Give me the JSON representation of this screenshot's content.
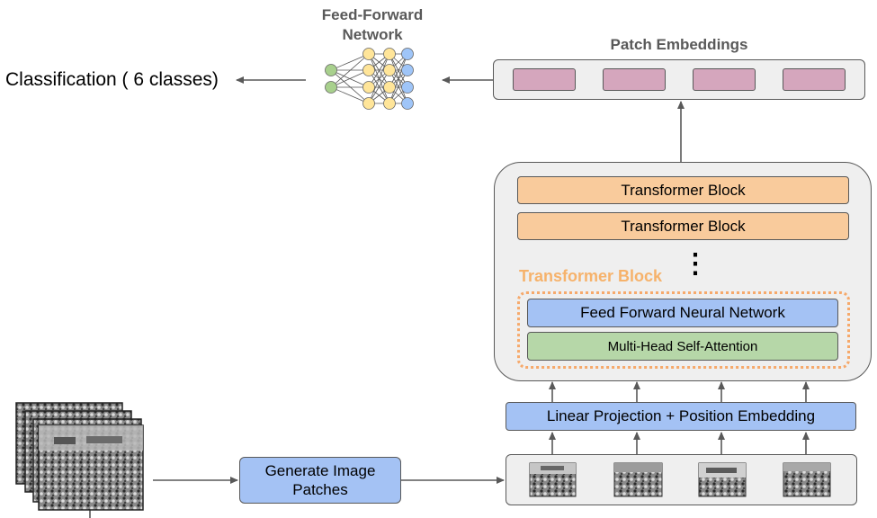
{
  "ffn": {
    "title_line1": "Feed-Forward",
    "title_line2": "Network",
    "icon": "neural-network-icon"
  },
  "classification": {
    "label": "Classification ( 6 classes)"
  },
  "patch_embeddings": {
    "title": "Patch Embeddings",
    "count": 4
  },
  "transformer": {
    "blocks": [
      "Transformer Block",
      "Transformer Block"
    ],
    "ellipsis": "⋮",
    "detail_label": "Transformer Block",
    "ffnn_label": "Feed Forward Neural Network",
    "mhsa_label": "Multi-Head Self-Attention"
  },
  "linear_projection": {
    "label": "Linear Projection + Position Embedding"
  },
  "generate": {
    "line1": "Generate Image",
    "line2": "Patches"
  },
  "input_patches": {
    "count": 4,
    "icon": "classroom-photo-icon"
  },
  "input_image": {
    "icon": "stacked-classroom-photos-icon"
  },
  "colors": {
    "transformer_block": "#f9cb9c",
    "ffnn": "#a4c2f4",
    "mhsa": "#b6d7a8",
    "patch_embedding": "#d5a6bd",
    "container_bg": "#efefef",
    "dotted_border": "#f6a96b",
    "detail_label": "#f6b26b",
    "arrow": "#595959",
    "node_green": "#a8d08d",
    "node_yellow": "#ffe599",
    "node_blue": "#9fc5f8"
  }
}
